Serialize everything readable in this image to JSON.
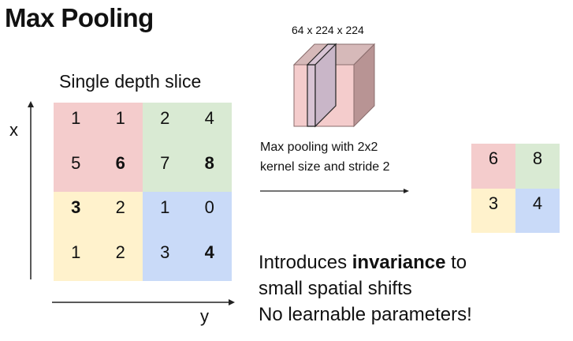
{
  "title": "Max Pooling",
  "slice_label": "Single depth slice",
  "axes": {
    "x": "x",
    "y": "y"
  },
  "input_grid": {
    "rows": [
      [
        {
          "v": "1",
          "bold": false,
          "q": "red"
        },
        {
          "v": "1",
          "bold": false,
          "q": "red"
        },
        {
          "v": "2",
          "bold": false,
          "q": "green"
        },
        {
          "v": "4",
          "bold": false,
          "q": "green"
        }
      ],
      [
        {
          "v": "5",
          "bold": false,
          "q": "red"
        },
        {
          "v": "6",
          "bold": true,
          "q": "red"
        },
        {
          "v": "7",
          "bold": false,
          "q": "green"
        },
        {
          "v": "8",
          "bold": true,
          "q": "green"
        }
      ],
      [
        {
          "v": "3",
          "bold": true,
          "q": "yellow"
        },
        {
          "v": "2",
          "bold": false,
          "q": "yellow"
        },
        {
          "v": "1",
          "bold": false,
          "q": "blue"
        },
        {
          "v": "0",
          "bold": false,
          "q": "blue"
        }
      ],
      [
        {
          "v": "1",
          "bold": false,
          "q": "yellow"
        },
        {
          "v": "2",
          "bold": false,
          "q": "yellow"
        },
        {
          "v": "3",
          "bold": false,
          "q": "blue"
        },
        {
          "v": "4",
          "bold": true,
          "q": "blue"
        }
      ]
    ]
  },
  "cube_label": "64 x 224 x 224",
  "description": [
    "Max pooling with 2x2",
    "kernel size and stride 2"
  ],
  "output_grid": {
    "rows": [
      [
        {
          "v": "6",
          "q": "red"
        },
        {
          "v": "8",
          "q": "green"
        }
      ],
      [
        {
          "v": "3",
          "q": "yellow"
        },
        {
          "v": "4",
          "q": "blue"
        }
      ]
    ]
  },
  "notes": {
    "line1_pre": "Introduces ",
    "line1_bold": "invariance",
    "line1_post": " to",
    "line2": "small spatial shifts",
    "line3": "No learnable parameters!"
  },
  "colors": {
    "red": "#f4cccc",
    "green": "#d9ead3",
    "yellow": "#fff2cc",
    "blue": "#c9daf8",
    "cube_front": "#f4cccc",
    "cube_top": "#d3b3b3",
    "cube_side": "#b89494"
  }
}
